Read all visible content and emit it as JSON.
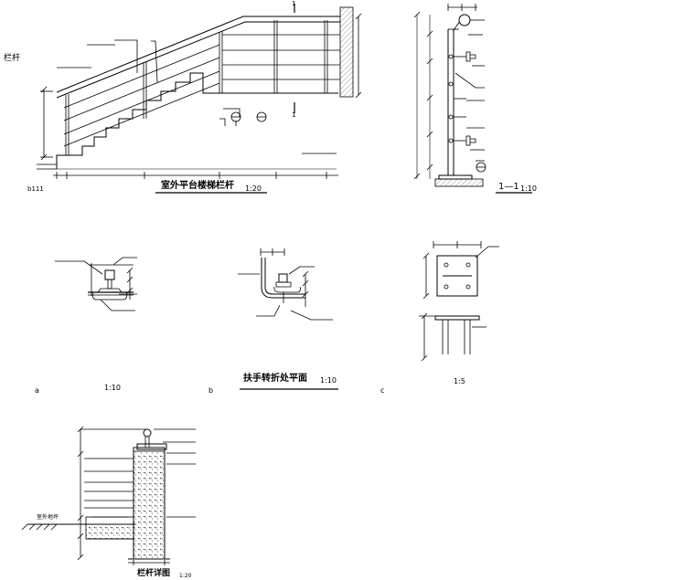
{
  "side_label": "栏杆",
  "mark_b": "b111",
  "drawing1": {
    "title": "室外平台楼梯栏杆",
    "scale": "1:20"
  },
  "section_1": {
    "title": "1—1",
    "scale": "1:10",
    "cut_mark": "1"
  },
  "detail_a": {
    "mark": "a",
    "scale": "1:10"
  },
  "detail_b": {
    "mark": "b",
    "title": "扶手转折处平面",
    "scale": "1:10"
  },
  "detail_c": {
    "mark": "c",
    "scale": "1:5"
  },
  "drawing4": {
    "title": "栏杆详图",
    "scale": "1:20",
    "ground": "室外地坪"
  },
  "colors": {
    "line": "#000000",
    "paper": "#ffffff",
    "hatch": "#555555"
  }
}
